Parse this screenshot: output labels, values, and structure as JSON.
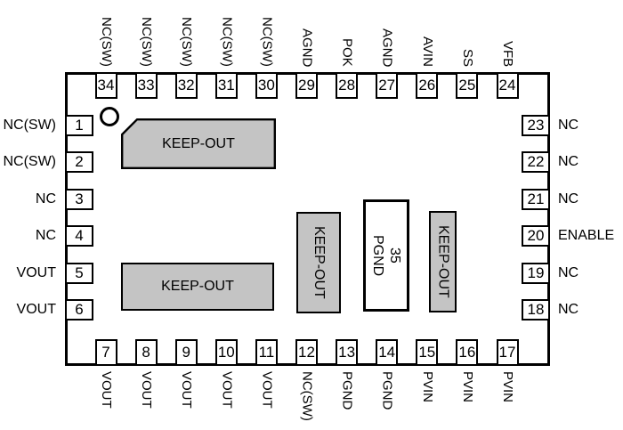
{
  "diagram": {
    "keep_out_label": "KEEP-OUT",
    "center_pad": {
      "number": "35",
      "name": "PGND"
    },
    "colors": {
      "keep_out_fill": "#c4c4c4",
      "line": "#000000",
      "background": "#ffffff"
    }
  },
  "pins": {
    "top": [
      {
        "number": "34",
        "name": "NC(SW)"
      },
      {
        "number": "33",
        "name": "NC(SW)"
      },
      {
        "number": "32",
        "name": "NC(SW)"
      },
      {
        "number": "31",
        "name": "NC(SW)"
      },
      {
        "number": "30",
        "name": "NC(SW)"
      },
      {
        "number": "29",
        "name": "AGND"
      },
      {
        "number": "28",
        "name": "POK"
      },
      {
        "number": "27",
        "name": "AGND"
      },
      {
        "number": "26",
        "name": "AVIN"
      },
      {
        "number": "25",
        "name": "SS"
      },
      {
        "number": "24",
        "name": "VFB"
      }
    ],
    "bottom": [
      {
        "number": "7",
        "name": "VOUT"
      },
      {
        "number": "8",
        "name": "VOUT"
      },
      {
        "number": "9",
        "name": "VOUT"
      },
      {
        "number": "10",
        "name": "VOUT"
      },
      {
        "number": "11",
        "name": "VOUT"
      },
      {
        "number": "12",
        "name": "NC(SW)"
      },
      {
        "number": "13",
        "name": "PGND"
      },
      {
        "number": "14",
        "name": "PGND"
      },
      {
        "number": "15",
        "name": "PVIN"
      },
      {
        "number": "16",
        "name": "PVIN"
      },
      {
        "number": "17",
        "name": "PVIN"
      }
    ],
    "left": [
      {
        "number": "1",
        "name": "NC(SW)"
      },
      {
        "number": "2",
        "name": "NC(SW)"
      },
      {
        "number": "3",
        "name": "NC"
      },
      {
        "number": "4",
        "name": "NC"
      },
      {
        "number": "5",
        "name": "VOUT"
      },
      {
        "number": "6",
        "name": "VOUT"
      }
    ],
    "right": [
      {
        "number": "23",
        "name": "NC"
      },
      {
        "number": "22",
        "name": "NC"
      },
      {
        "number": "21",
        "name": "NC"
      },
      {
        "number": "20",
        "name": "ENABLE"
      },
      {
        "number": "19",
        "name": "NC"
      },
      {
        "number": "18",
        "name": "NC"
      }
    ]
  }
}
